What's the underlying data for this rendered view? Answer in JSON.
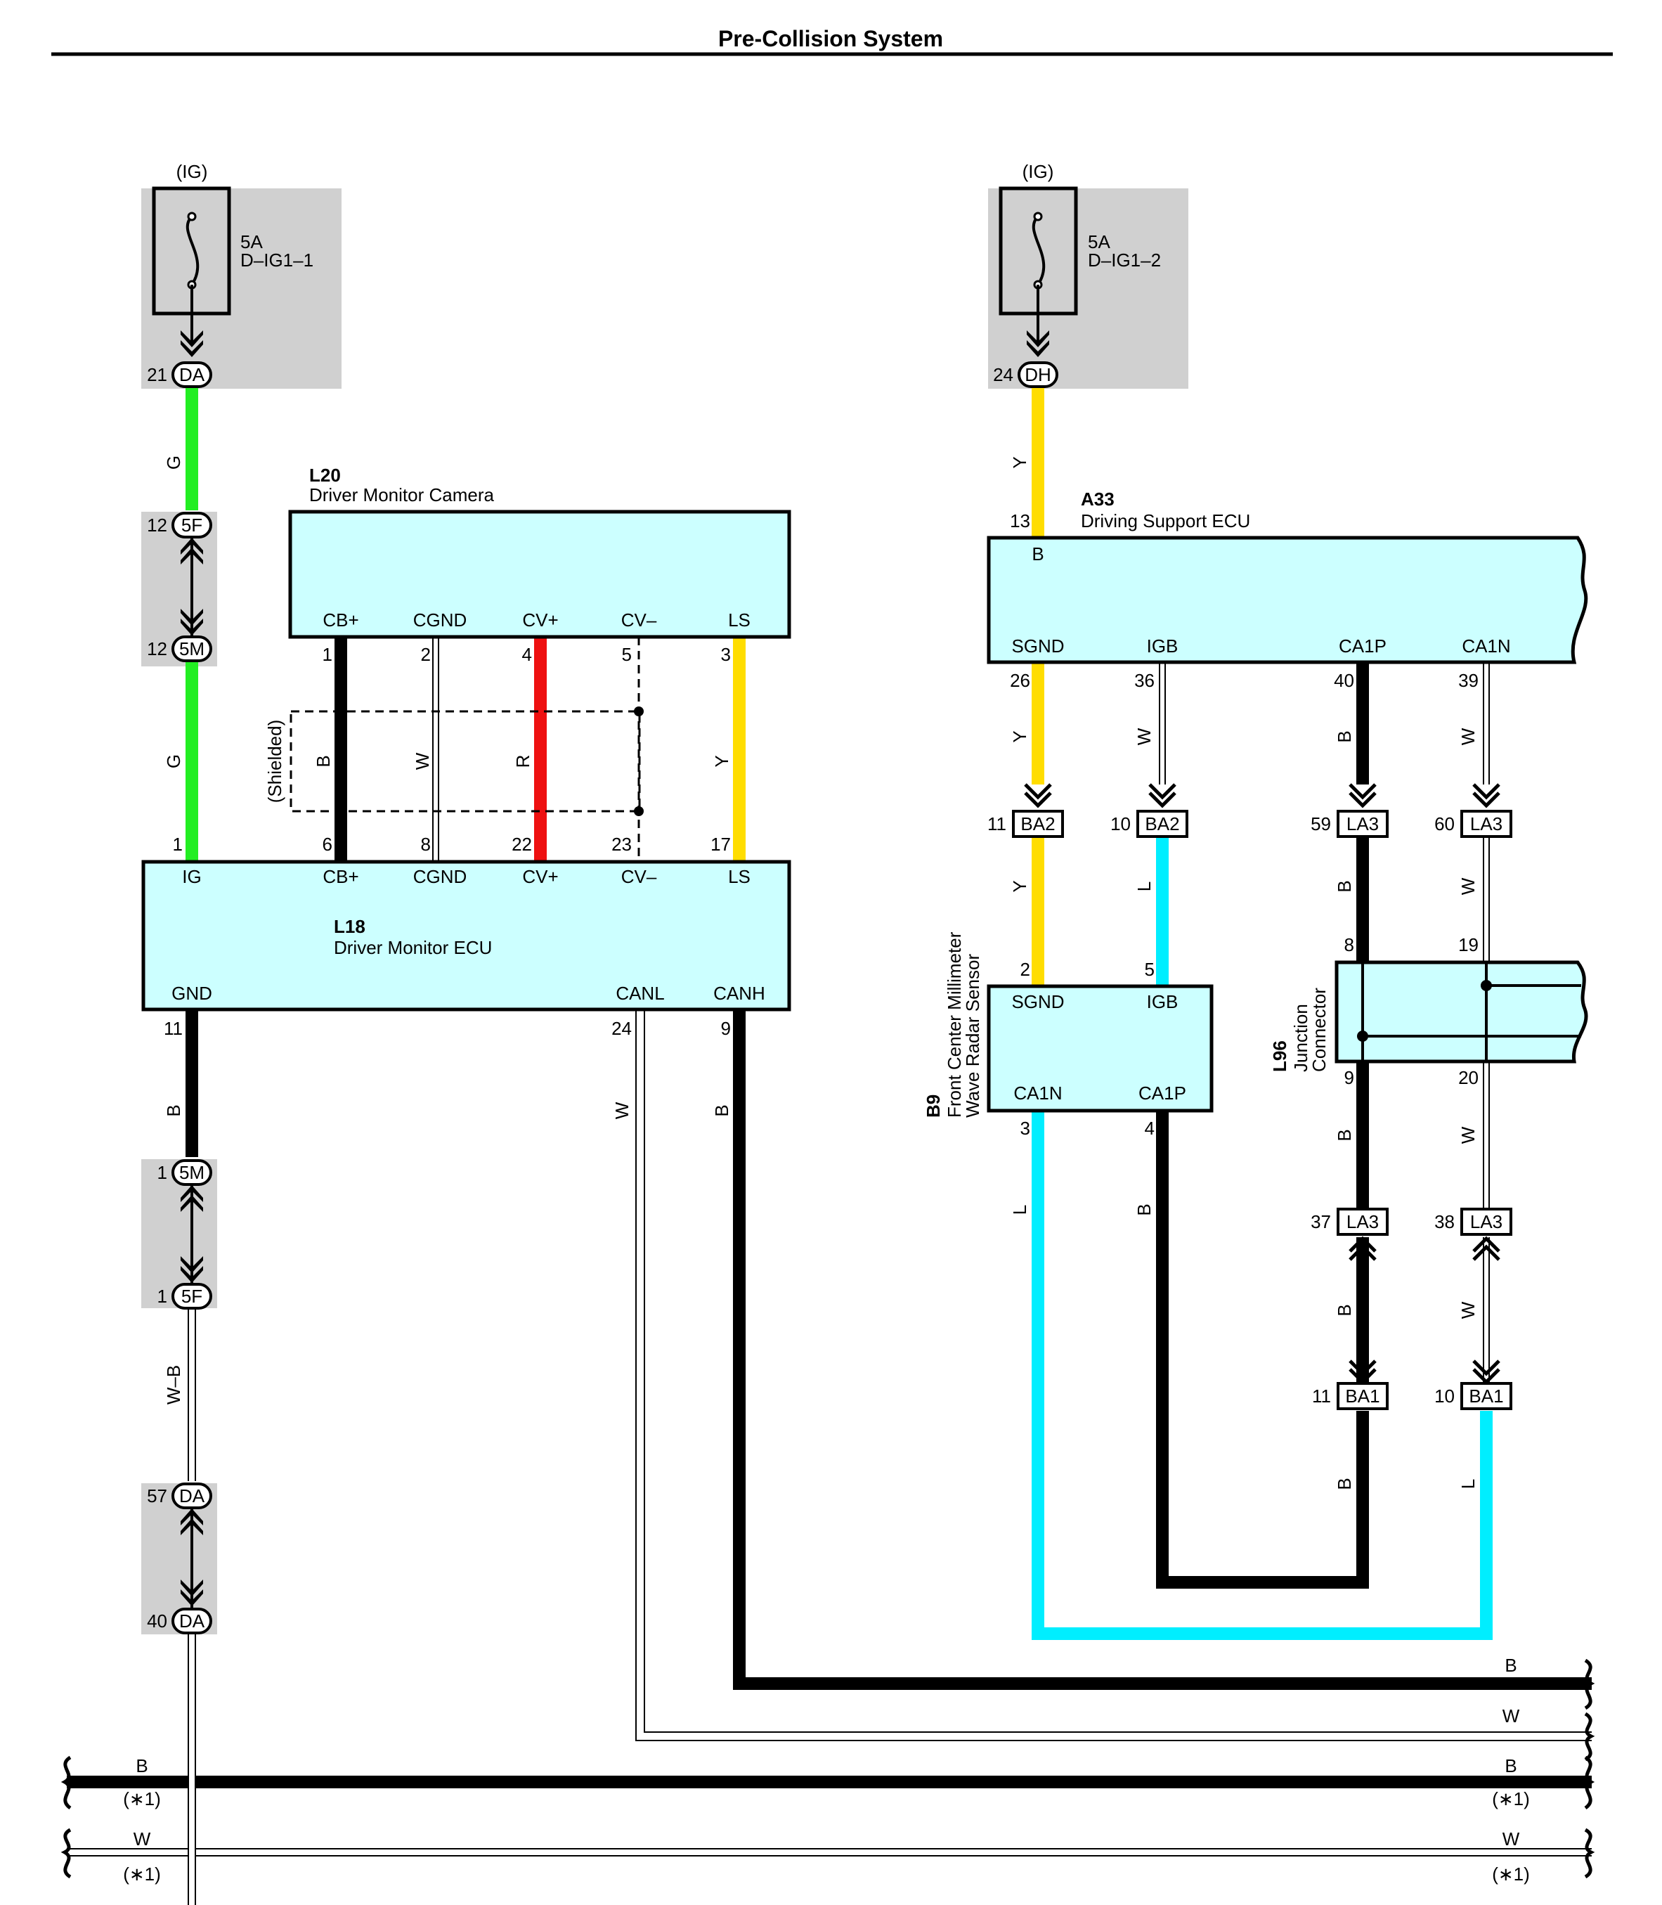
{
  "title": "Pre-Collision System",
  "colors": {
    "G": "#22ee22",
    "Y": "#ffdd00",
    "R": "#ee1111",
    "L": "#00eeff",
    "B": "#000000",
    "W": "#ffffff",
    "ecu_fill": "#ccffff",
    "junction_fill": "#d0d0d0"
  },
  "fuses": [
    {
      "power": "(IG)",
      "rating": "5A",
      "name": "D–IG1–1",
      "pin": "21",
      "conn": "DA"
    },
    {
      "power": "(IG)",
      "rating": "5A",
      "name": "D–IG1–2",
      "pin": "24",
      "conn": "DH"
    }
  ],
  "components": {
    "l20": {
      "code": "L20",
      "name": "Driver Monitor Camera",
      "pins": [
        "CB+",
        "CGND",
        "CV+",
        "CV–",
        "LS"
      ],
      "pin_numbers": [
        "1",
        "2",
        "4",
        "5",
        "3"
      ]
    },
    "l18": {
      "code": "L18",
      "name": "Driver Monitor ECU",
      "top_pins": [
        "IG",
        "CB+",
        "CGND",
        "CV+",
        "CV–",
        "LS"
      ],
      "top_numbers": [
        "1",
        "6",
        "8",
        "22",
        "23",
        "17"
      ],
      "bottom_pins": [
        "GND",
        "CANL",
        "CANH"
      ],
      "bottom_numbers": [
        "11",
        "24",
        "9"
      ]
    },
    "a33": {
      "code": "A33",
      "name": "Driving Support ECU",
      "top_pin": "B",
      "top_number": "13",
      "pins": [
        "SGND",
        "IGB",
        "CA1P",
        "CA1N"
      ],
      "pin_numbers": [
        "26",
        "36",
        "40",
        "39"
      ]
    },
    "b9": {
      "code": "B9",
      "name_line1": "Front Center Millimeter",
      "name_line2": "Wave Radar Sensor",
      "top_pins": [
        "SGND",
        "IGB"
      ],
      "top_numbers": [
        "2",
        "5"
      ],
      "bottom_pins": [
        "CA1N",
        "CA1P"
      ],
      "bottom_numbers": [
        "3",
        "4"
      ]
    },
    "l96": {
      "code": "L96",
      "name_line1": "Junction",
      "name_line2": "Connector",
      "pin_numbers": [
        "8",
        "19",
        "9",
        "20"
      ]
    }
  },
  "shielded_label": "(Shielded)",
  "junctions": {
    "j5f_top": {
      "pin": "12",
      "conn": "5F"
    },
    "j5m_top": {
      "pin": "12",
      "conn": "5M"
    },
    "j5m_bot": {
      "pin": "1",
      "conn": "5M"
    },
    "j5f_bot": {
      "pin": "1",
      "conn": "5F"
    },
    "jda_top": {
      "pin": "57",
      "conn": "DA"
    },
    "jda_bot": {
      "pin": "40",
      "conn": "DA"
    }
  },
  "connectors": {
    "ba2a": {
      "pin": "11",
      "conn": "BA2"
    },
    "ba2b": {
      "pin": "10",
      "conn": "BA2"
    },
    "la3a": {
      "pin": "59",
      "conn": "LA3"
    },
    "la3b": {
      "pin": "60",
      "conn": "LA3"
    },
    "la3c": {
      "pin": "37",
      "conn": "LA3"
    },
    "la3d": {
      "pin": "38",
      "conn": "LA3"
    },
    "ba1a": {
      "pin": "11",
      "conn": "BA1"
    },
    "ba1b": {
      "pin": "10",
      "conn": "BA1"
    }
  },
  "wire_labels": {
    "g1": "G",
    "g2": "G",
    "l20_b": "B",
    "l20_w": "W",
    "l20_r": "R",
    "l20_y": "Y",
    "gnd_b": "B",
    "gnd_wb": "W–B",
    "canl_w": "W",
    "canh_b": "B",
    "dh_y": "Y",
    "sgnd_y": "Y",
    "igb_w": "W",
    "ca1p_b": "B",
    "ca1n_w": "W",
    "ba2_y": "Y",
    "ba2_l": "L",
    "la3_b": "B",
    "la3_w": "W",
    "b9_l": "L",
    "b9_b": "B",
    "l96_b": "B",
    "l96_w": "W",
    "la3c_b": "B",
    "la3d_w": "W",
    "ba1_b": "B",
    "ba1_l": "L"
  },
  "bus_labels": {
    "canh": "B",
    "canl": "W",
    "bus1": "B",
    "bus2": "W",
    "note": "(∗1)"
  }
}
